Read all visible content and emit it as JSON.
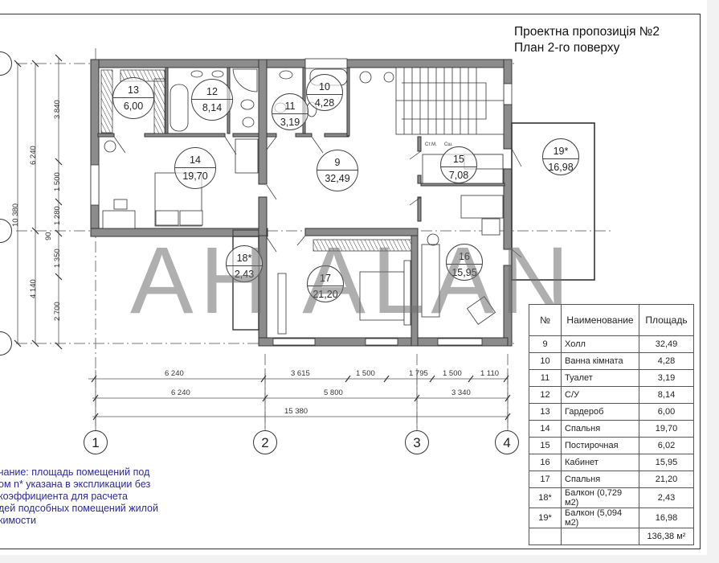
{
  "header": {
    "title_line1": "Проектна пропозиція №2",
    "title_line2": "План 2-го поверху"
  },
  "watermark": "AH ALAN",
  "rooms": [
    {
      "num": "9",
      "area": "32,49"
    },
    {
      "num": "10",
      "area": "4,28"
    },
    {
      "num": "11",
      "area": "3,19"
    },
    {
      "num": "12",
      "area": "8,14"
    },
    {
      "num": "13",
      "area": "6,00"
    },
    {
      "num": "14",
      "area": "19,70"
    },
    {
      "num": "15",
      "area": "7,08"
    },
    {
      "num": "16",
      "area": "15,95"
    },
    {
      "num": "17",
      "area": "21,20"
    },
    {
      "num": "18*",
      "area": "2,43"
    },
    {
      "num": "19*",
      "area": "16,98"
    }
  ],
  "closet_labels": {
    "a": "Ст.М.",
    "b": "Сш."
  },
  "dimensions": {
    "horizontal_row1": [
      "6 240",
      "3 615",
      "1 500",
      "1 795",
      "1 500",
      "1 110"
    ],
    "horizontal_row2": [
      "6 240",
      "5 800",
      "3 340"
    ],
    "horizontal_total": "15 380",
    "vertical_outer": "10 380",
    "vertical_mid": [
      "6 240",
      "4 140"
    ],
    "vertical_inner": [
      "3 840",
      "1 500",
      "1 280",
      "90",
      "1 350",
      "2 700"
    ]
  },
  "axes": [
    "1",
    "2",
    "3",
    "4"
  ],
  "note": {
    "lines": [
      "чание: площадь помещений под",
      "ом n* указана в экспликации без",
      "коэффициента для расчета",
      "дей подсобных помещений жилой",
      "кимости"
    ]
  },
  "explication": {
    "headers": [
      "№",
      "Наименование",
      "Площадь"
    ],
    "rows": [
      [
        "9",
        "Холл",
        "32,49"
      ],
      [
        "10",
        "Ванна кімната",
        "4,28"
      ],
      [
        "11",
        "Туалет",
        "3,19"
      ],
      [
        "12",
        "С/У",
        "8,14"
      ],
      [
        "13",
        "Гардероб",
        "6,00"
      ],
      [
        "14",
        "Спальня",
        "19,70"
      ],
      [
        "15",
        "Постирочная",
        "6,02"
      ],
      [
        "16",
        "Кабинет",
        "15,95"
      ],
      [
        "17",
        "Спальня",
        "21,20"
      ],
      [
        "18*",
        "Балкон (0,729 м2)",
        "2,43"
      ],
      [
        "19*",
        "Балкон (5,094 м2)",
        "16,98"
      ]
    ],
    "total": "136,38 м²"
  }
}
